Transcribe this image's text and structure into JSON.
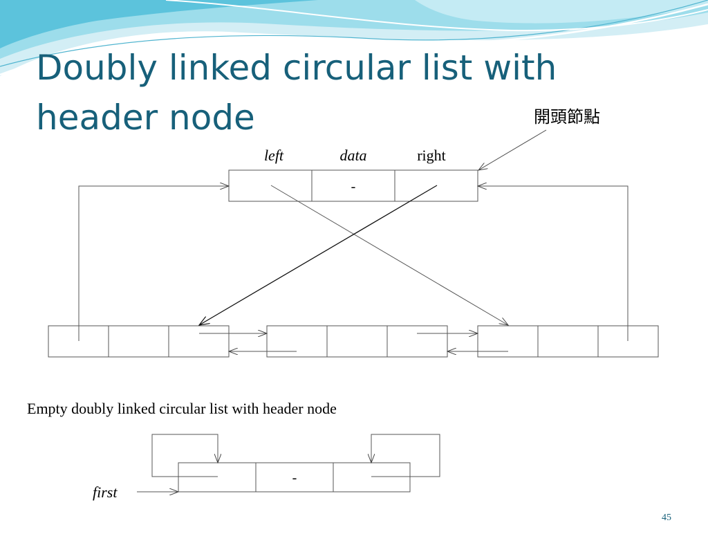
{
  "slide": {
    "title_line1": "Doubly linked circular list with",
    "title_line2": "header node",
    "page_number": "45",
    "theme_colors": {
      "title": "#17607a",
      "wave_light": "#bfe8f2",
      "wave_mid": "#7ccfe3",
      "wave_dark": "#2aa3c4"
    }
  },
  "header_node": {
    "callout": "開頭節點",
    "field_labels": {
      "left": "left",
      "data": "data",
      "right": "right"
    },
    "data_value": "-"
  },
  "list_nodes": [
    {
      "cells": [
        "",
        "",
        ""
      ]
    },
    {
      "cells": [
        "",
        "",
        ""
      ]
    },
    {
      "cells": [
        "",
        "",
        ""
      ]
    }
  ],
  "empty_list": {
    "caption": "Empty doubly linked circular list with header node",
    "pointer_label": "first",
    "data_value": "-"
  }
}
